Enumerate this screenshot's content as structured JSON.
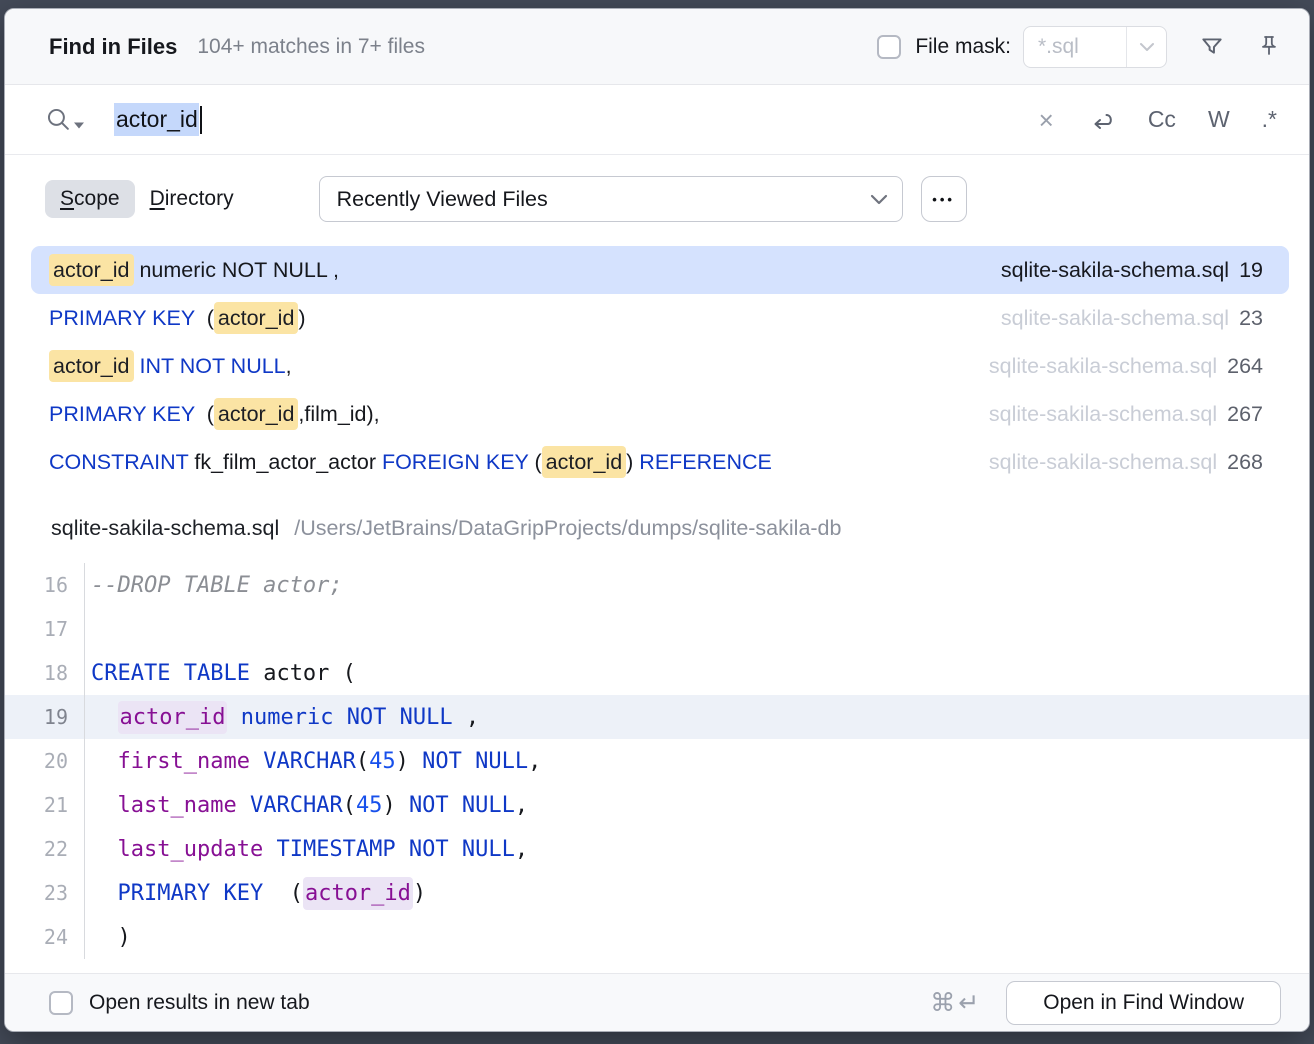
{
  "header": {
    "title": "Find in Files",
    "summary": "104+ matches in 7+ files",
    "file_mask": {
      "checked": false,
      "label": "File mask:",
      "value": "*.sql"
    },
    "icons": [
      "filter-funnel-icon",
      "pin-icon"
    ]
  },
  "search": {
    "query": "actor_id",
    "query_selected": true,
    "ops": {
      "clear": "×",
      "newline_icon": "insert-newline-icon",
      "match_case": "Cc",
      "words": "W",
      "regex": ".*"
    }
  },
  "scope_bar": {
    "scope_label": "Scope",
    "directory_label": "Directory",
    "selected_tab": "Scope",
    "scope_value": "Recently Viewed Files",
    "more_label": "•••"
  },
  "results": {
    "rows": [
      {
        "selected": true,
        "file": "sqlite-sakila-schema.sql",
        "line": "19",
        "segments": [
          {
            "text": "actor_id",
            "style": "match"
          },
          {
            "text": " numeric NOT NULL ,",
            "style": "plain"
          }
        ]
      },
      {
        "selected": false,
        "file": "sqlite-sakila-schema.sql",
        "line": "23",
        "segments": [
          {
            "text": "PRIMARY KEY",
            "style": "keyword"
          },
          {
            "text": "  (",
            "style": "plain"
          },
          {
            "text": "actor_id",
            "style": "match"
          },
          {
            "text": ")",
            "style": "plain"
          }
        ]
      },
      {
        "selected": false,
        "file": "sqlite-sakila-schema.sql",
        "line": "264",
        "segments": [
          {
            "text": "actor_id",
            "style": "match"
          },
          {
            "text": " ",
            "style": "plain"
          },
          {
            "text": "INT NOT NULL",
            "style": "keyword"
          },
          {
            "text": ",",
            "style": "plain"
          }
        ]
      },
      {
        "selected": false,
        "file": "sqlite-sakila-schema.sql",
        "line": "267",
        "segments": [
          {
            "text": "PRIMARY KEY",
            "style": "keyword"
          },
          {
            "text": "  (",
            "style": "plain"
          },
          {
            "text": "actor_id",
            "style": "match"
          },
          {
            "text": ",film_id),",
            "style": "plain"
          }
        ]
      },
      {
        "selected": false,
        "file": "sqlite-sakila-schema.sql",
        "line": "268",
        "segments": [
          {
            "text": "CONSTRAINT",
            "style": "keyword"
          },
          {
            "text": " fk_film_actor_actor ",
            "style": "plain"
          },
          {
            "text": "FOREIGN KEY",
            "style": "keyword"
          },
          {
            "text": " (",
            "style": "plain"
          },
          {
            "text": "actor_id",
            "style": "match"
          },
          {
            "text": ") ",
            "style": "plain"
          },
          {
            "text": "REFERENCE",
            "style": "keyword"
          }
        ]
      }
    ]
  },
  "preview": {
    "file_name": "sqlite-sakila-schema.sql",
    "file_path": "/Users/JetBrains/DataGripProjects/dumps/sqlite-sakila-db",
    "lines": [
      {
        "number": "16",
        "current": false,
        "segments": [
          {
            "text": "--DROP TABLE actor;",
            "style": "comment"
          }
        ]
      },
      {
        "number": "17",
        "current": false,
        "segments": []
      },
      {
        "number": "18",
        "current": false,
        "segments": [
          {
            "text": "CREATE TABLE",
            "style": "keyword"
          },
          {
            "text": " actor (",
            "style": "plain"
          }
        ]
      },
      {
        "number": "19",
        "current": true,
        "segments": [
          {
            "text": "  ",
            "style": "plain"
          },
          {
            "text": "actor_id",
            "style": "identifier_match"
          },
          {
            "text": " ",
            "style": "plain"
          },
          {
            "text": "numeric",
            "style": "keyword"
          },
          {
            "text": " ",
            "style": "plain"
          },
          {
            "text": "NOT NULL",
            "style": "keyword"
          },
          {
            "text": " ,",
            "style": "plain"
          }
        ]
      },
      {
        "number": "20",
        "current": false,
        "segments": [
          {
            "text": "  ",
            "style": "plain"
          },
          {
            "text": "first_name",
            "style": "identifier"
          },
          {
            "text": " ",
            "style": "plain"
          },
          {
            "text": "VARCHAR",
            "style": "keyword"
          },
          {
            "text": "(",
            "style": "plain"
          },
          {
            "text": "45",
            "style": "number"
          },
          {
            "text": ")",
            "style": "plain"
          },
          {
            "text": " ",
            "style": "plain"
          },
          {
            "text": "NOT NULL",
            "style": "keyword"
          },
          {
            "text": ",",
            "style": "plain"
          }
        ]
      },
      {
        "number": "21",
        "current": false,
        "segments": [
          {
            "text": "  ",
            "style": "plain"
          },
          {
            "text": "last_name",
            "style": "identifier"
          },
          {
            "text": " ",
            "style": "plain"
          },
          {
            "text": "VARCHAR",
            "style": "keyword"
          },
          {
            "text": "(",
            "style": "plain"
          },
          {
            "text": "45",
            "style": "number"
          },
          {
            "text": ")",
            "style": "plain"
          },
          {
            "text": " ",
            "style": "plain"
          },
          {
            "text": "NOT NULL",
            "style": "keyword"
          },
          {
            "text": ",",
            "style": "plain"
          }
        ]
      },
      {
        "number": "22",
        "current": false,
        "segments": [
          {
            "text": "  ",
            "style": "plain"
          },
          {
            "text": "last_update",
            "style": "identifier"
          },
          {
            "text": " ",
            "style": "plain"
          },
          {
            "text": "TIMESTAMP",
            "style": "keyword"
          },
          {
            "text": " ",
            "style": "plain"
          },
          {
            "text": "NOT NULL",
            "style": "keyword"
          },
          {
            "text": ",",
            "style": "plain"
          }
        ]
      },
      {
        "number": "23",
        "current": false,
        "segments": [
          {
            "text": "  ",
            "style": "plain"
          },
          {
            "text": "PRIMARY KEY",
            "style": "keyword"
          },
          {
            "text": "  (",
            "style": "plain"
          },
          {
            "text": "actor_id",
            "style": "identifier_match"
          },
          {
            "text": ")",
            "style": "plain"
          }
        ]
      },
      {
        "number": "24",
        "current": false,
        "segments": [
          {
            "text": "  )",
            "style": "plain"
          }
        ]
      }
    ]
  },
  "footer": {
    "checkbox": {
      "checked": false,
      "label": "Open results in new tab"
    },
    "shortcut": "⌘↵",
    "button_label": "Open in Find Window"
  },
  "colors": {
    "selection_row": "#d5e2fe",
    "match_highlight": "#fbe4a4",
    "editor_match_highlight": "#ebe4f5",
    "keyword": "#0f38c6",
    "identifier": "#871094",
    "number": "#1750eb",
    "comment": "#8b8e94",
    "current_line": "#edf1f8"
  }
}
